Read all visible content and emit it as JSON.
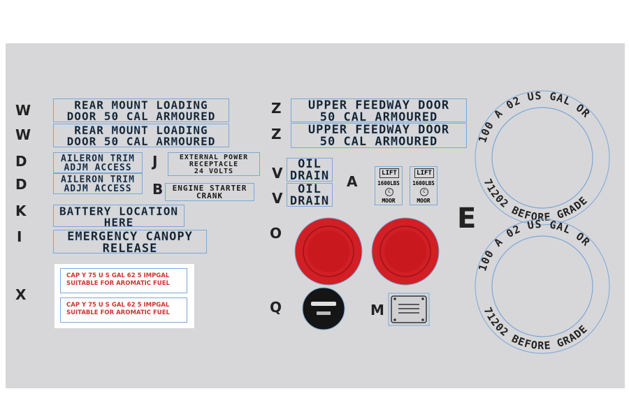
{
  "letters": {
    "W1": "W",
    "W2": "W",
    "D1": "D",
    "D2": "D",
    "K": "K",
    "I": "I",
    "X": "X",
    "J": "J",
    "B": "B",
    "Z1": "Z",
    "Z2": "Z",
    "V1": "V",
    "V2": "V",
    "A": "A",
    "O": "O",
    "Q": "Q",
    "M": "M",
    "E": "E"
  },
  "decals": {
    "rear_mount_1": [
      "REAR MOUNT LOADING",
      "DOOR 50 CAL ARMOURED"
    ],
    "rear_mount_2": [
      "REAR MOUNT LOADING",
      "DOOR 50 CAL ARMOURED"
    ],
    "aileron_1": [
      "AILERON TRIM",
      "ADJM ACCESS"
    ],
    "aileron_2": [
      "AILERON TRIM",
      "ADJM ACCESS"
    ],
    "external_power": [
      "EXTERNAL POWER",
      "RECEPTACLE",
      "24 VOLTS"
    ],
    "engine_starter": [
      "ENGINE STARTER",
      "CRANK"
    ],
    "battery": [
      "BATTERY LOCATION",
      "HERE"
    ],
    "canopy": [
      "EMERGENCY CANOPY",
      "RELEASE"
    ],
    "feedway_1": [
      "UPPER FEEDWAY DOOR",
      "50 CAL ARMOURED"
    ],
    "feedway_2": [
      "UPPER FEEDWAY DOOR",
      "50 CAL ARMOURED"
    ],
    "oil_1": [
      "OIL",
      "DRAIN"
    ],
    "oil_2": [
      "OIL",
      "DRAIN"
    ]
  },
  "fuel_labels": [
    [
      "CAP Y 75 U S GAL 62 5 IMPGAL",
      "SUITABLE FOR AROMATIC FUEL"
    ],
    [
      "CAP Y 75 U S GAL 62 5 IMPGAL",
      "SUITABLE FOR AROMATIC FUEL"
    ]
  ],
  "moor": [
    {
      "lift": "LIFT",
      "lbs": "1600LBS",
      "circle": "C",
      "moor": "MOOR"
    },
    {
      "lift": "LIFT",
      "lbs": "1600LBS",
      "circle": "C",
      "moor": "MOOR"
    }
  ],
  "gas_ring": {
    "top": "100 A 02 US GAL OR",
    "bottom": "71202 BEFORE GRADE"
  },
  "colors": {
    "sheet": "#d7d7d9",
    "red": "#d11f25",
    "darkred": "#b3171d",
    "outline": "#7aa7d8",
    "fuel_text": "#d23232"
  }
}
